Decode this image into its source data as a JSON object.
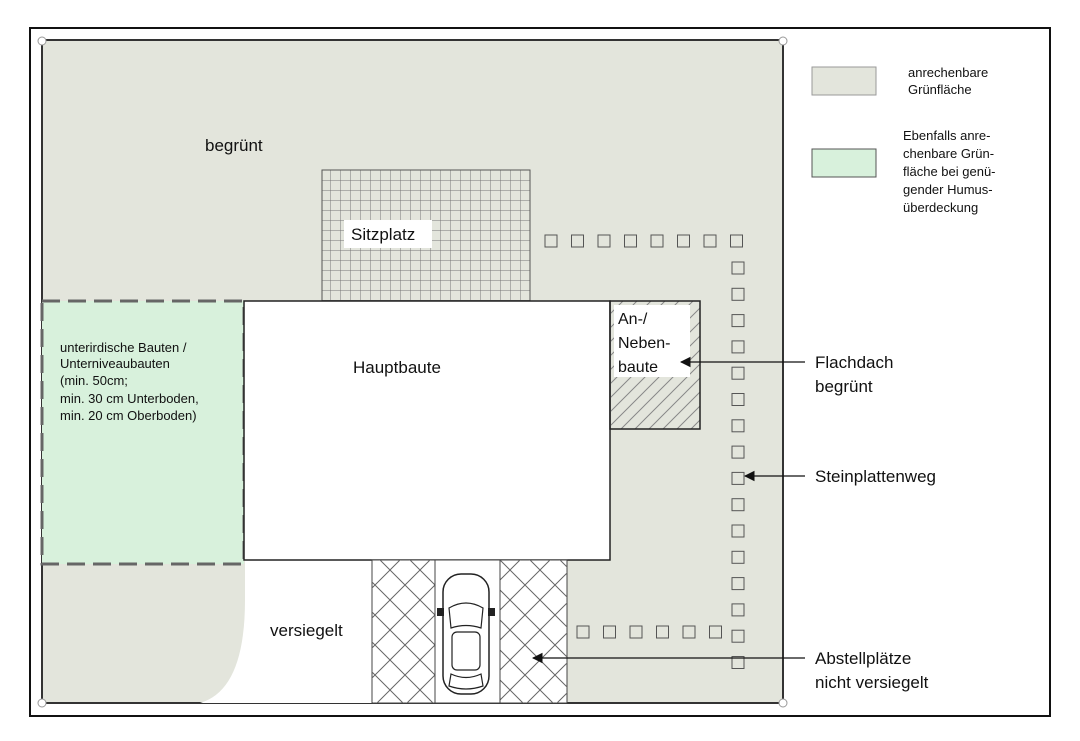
{
  "labels": {
    "begruent": "begrünt",
    "sitzplatz": "Sitzplatz",
    "hauptbaute": "Hauptbaute",
    "annex_lines": [
      "An-/",
      "Neben-",
      "baute"
    ],
    "underground_lines": [
      "unterirdische Bauten /",
      "Unterniveaubauten",
      "(min. 50cm;",
      "min. 30 cm Unterboden,",
      "min. 20 cm Oberboden)"
    ],
    "versiegelt": "versiegelt"
  },
  "callouts": {
    "flachdach_lines": [
      "Flachdach",
      "begrünt"
    ],
    "steinplattenweg": "Steinplattenweg",
    "abstellplaetze_lines": [
      "Abstellplätze",
      "nicht versiegelt"
    ]
  },
  "legend": {
    "items": [
      {
        "key": "anrechenbar",
        "lines": [
          "anrechenbare",
          "Grünfläche"
        ],
        "color": "#e3e5dc"
      },
      {
        "key": "ebenfalls",
        "lines": [
          "Ebenfalls anre-",
          "chenbare Grün-",
          "fläche bei genü-",
          "gender Humus-",
          "überdeckung"
        ],
        "color": "#d8f1dc"
      }
    ]
  },
  "colors": {
    "green_area": "#e3e5dc",
    "underground_green": "#d8f1dc",
    "outline": "#222222"
  }
}
